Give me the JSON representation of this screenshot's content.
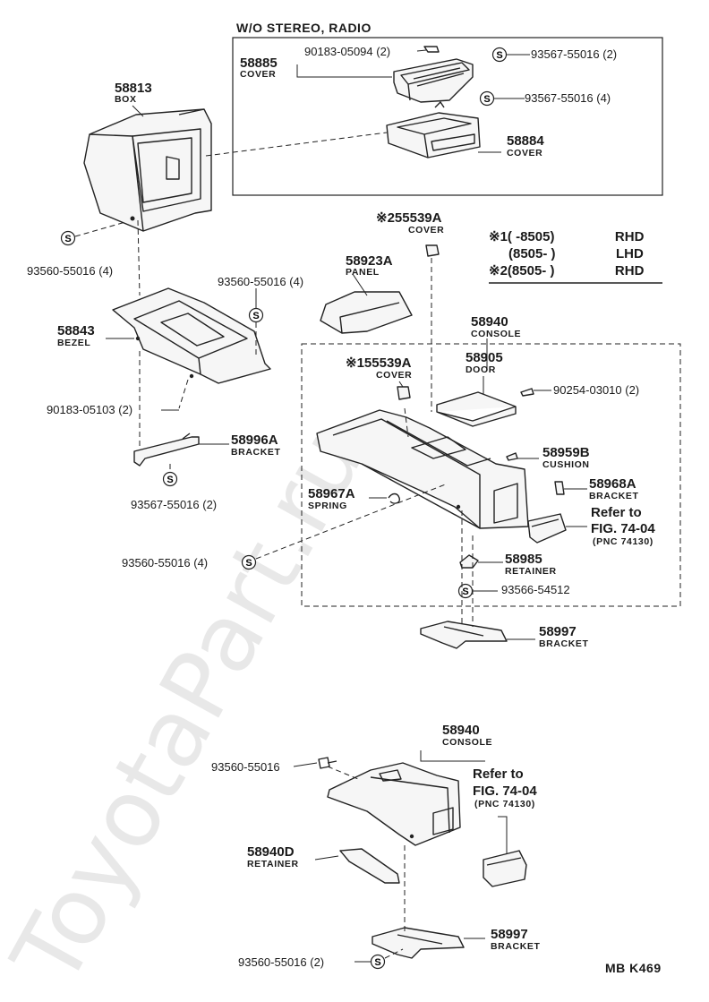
{
  "frame_title": "W/O STEREO, RADIO",
  "parts": {
    "p58813": {
      "number": "58813",
      "name": "BOX"
    },
    "p58885": {
      "number": "58885",
      "name": "COVER"
    },
    "p58884": {
      "number": "58884",
      "name": "COVER"
    },
    "p58923A": {
      "number": "58923A",
      "name": "PANEL"
    },
    "p58843": {
      "number": "58843",
      "name": "BEZEL"
    },
    "p58996A": {
      "number": "58996A",
      "name": "BRACKET"
    },
    "p58940": {
      "number": "58940",
      "name": "CONSOLE"
    },
    "p58905": {
      "number": "58905",
      "name": "DOOR"
    },
    "p58959B": {
      "number": "58959B",
      "name": "CUSHION"
    },
    "p58968A": {
      "number": "58968A",
      "name": "BRACKET"
    },
    "p58967A": {
      "number": "58967A",
      "name": "SPRING"
    },
    "p58985": {
      "number": "58985",
      "name": "RETAINER"
    },
    "p58997a": {
      "number": "58997",
      "name": "BRACKET"
    },
    "p58940b": {
      "number": "58940",
      "name": "CONSOLE"
    },
    "p58940D": {
      "number": "58940D",
      "name": "RETAINER"
    },
    "p58997b": {
      "number": "58997",
      "name": "BRACKET"
    },
    "p55539A_1": {
      "number": "※155539A",
      "name": "COVER"
    },
    "p55539A_2": {
      "number": "※255539A",
      "name": "COVER"
    }
  },
  "fasteners": {
    "f_90183_05094": "90183-05094 (2)",
    "f_93567_55016_2a": "93567-55016 (2)",
    "f_93567_55016_4": "93567-55016 (4)",
    "f_93560_55016_4a": "93560-55016 (4)",
    "f_93560_55016_4b": "93560-55016 (4)",
    "f_90183_05103": "90183-05103 (2)",
    "f_93567_55016_2b": "93567-55016 (2)",
    "f_90254_03010": "90254-03010 (2)",
    "f_93560_55016_4c": "93560-55016 (4)",
    "f_93566_54512": "93566-54512",
    "f_93560_55016": "93560-55016",
    "f_93560_55016_2": "93560-55016 (2)"
  },
  "legend": {
    "row1": {
      "mark": "※1",
      "range": "(      -8505)",
      "market": "RHD"
    },
    "row2": {
      "mark": "",
      "range": "(8505-         )",
      "market": "LHD"
    },
    "row3": {
      "mark": "※2",
      "range": "(8505-         )",
      "market": "RHD"
    }
  },
  "refs": {
    "ref1": {
      "line1": "Refer to",
      "line2": "FIG. 74-04",
      "line3": "(PNC 74130)"
    },
    "ref2": {
      "line1": "Refer to",
      "line2": "FIG. 74-04",
      "line3": "(PNC 74130)"
    }
  },
  "symbol_s": "S",
  "page_code": "MB  K469",
  "watermark": "ToyotaPart.ru"
}
